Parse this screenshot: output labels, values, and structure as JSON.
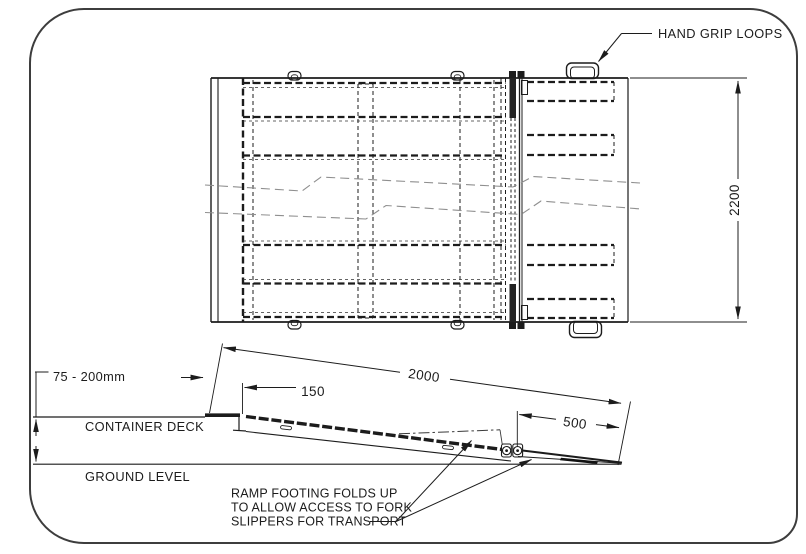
{
  "frame": {
    "background": "#ffffff",
    "border_color": "#3d3d3d",
    "line_color": "#1c1c1c",
    "break_line_color": "#8f8f8f"
  },
  "plan_view": {
    "label_hand_grip_loops": "HAND GRIP LOOPS",
    "dim_width": "2200"
  },
  "side_view": {
    "dim_length": "2000",
    "dim_lip": "150",
    "dim_footing": "500",
    "dim_height_range": "75 - 200mm",
    "label_container_deck": "CONTAINER DECK",
    "label_ground_level": "GROUND LEVEL",
    "note": {
      "line1": "RAMP FOOTING FOLDS UP",
      "line2": "TO ALLOW ACCESS TO FORK",
      "line3": "SLIPPERS FOR TRANSPORT"
    }
  }
}
